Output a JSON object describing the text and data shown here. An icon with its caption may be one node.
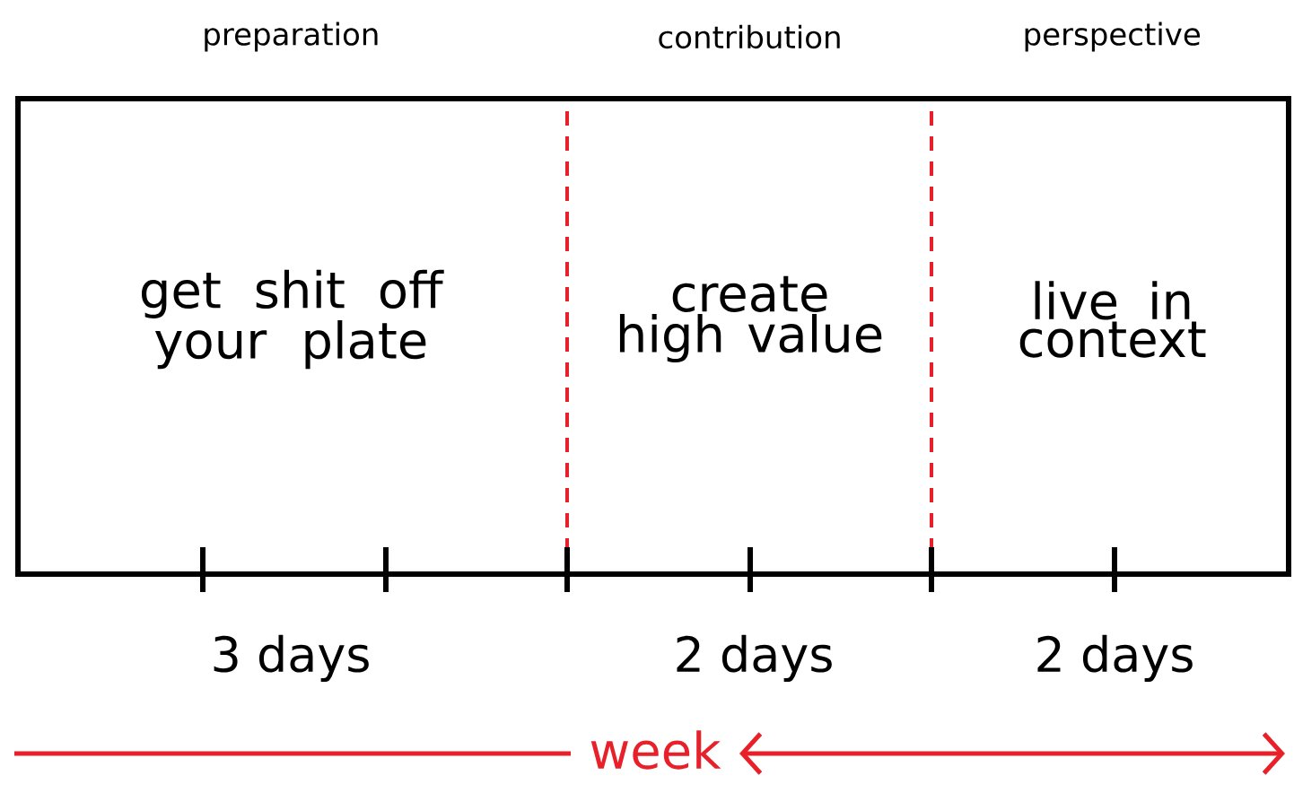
{
  "diagram": {
    "nodes": [
      {
        "text": [],
        "shape": "box"
      },
      {
        "text": [
          "preparation",
          "get shit off your plate"
        ],
        "in": 0
      },
      {
        "text": [
          "contribution",
          "create high value"
        ],
        "in": 0
      },
      {
        "text": [
          "perspective",
          "live in context"
        ],
        "in": 0
      }
    ],
    "edges": [],
    "labels": [
      "3 days",
      "2 days",
      "2 days",
      "week"
    ]
  }
}
